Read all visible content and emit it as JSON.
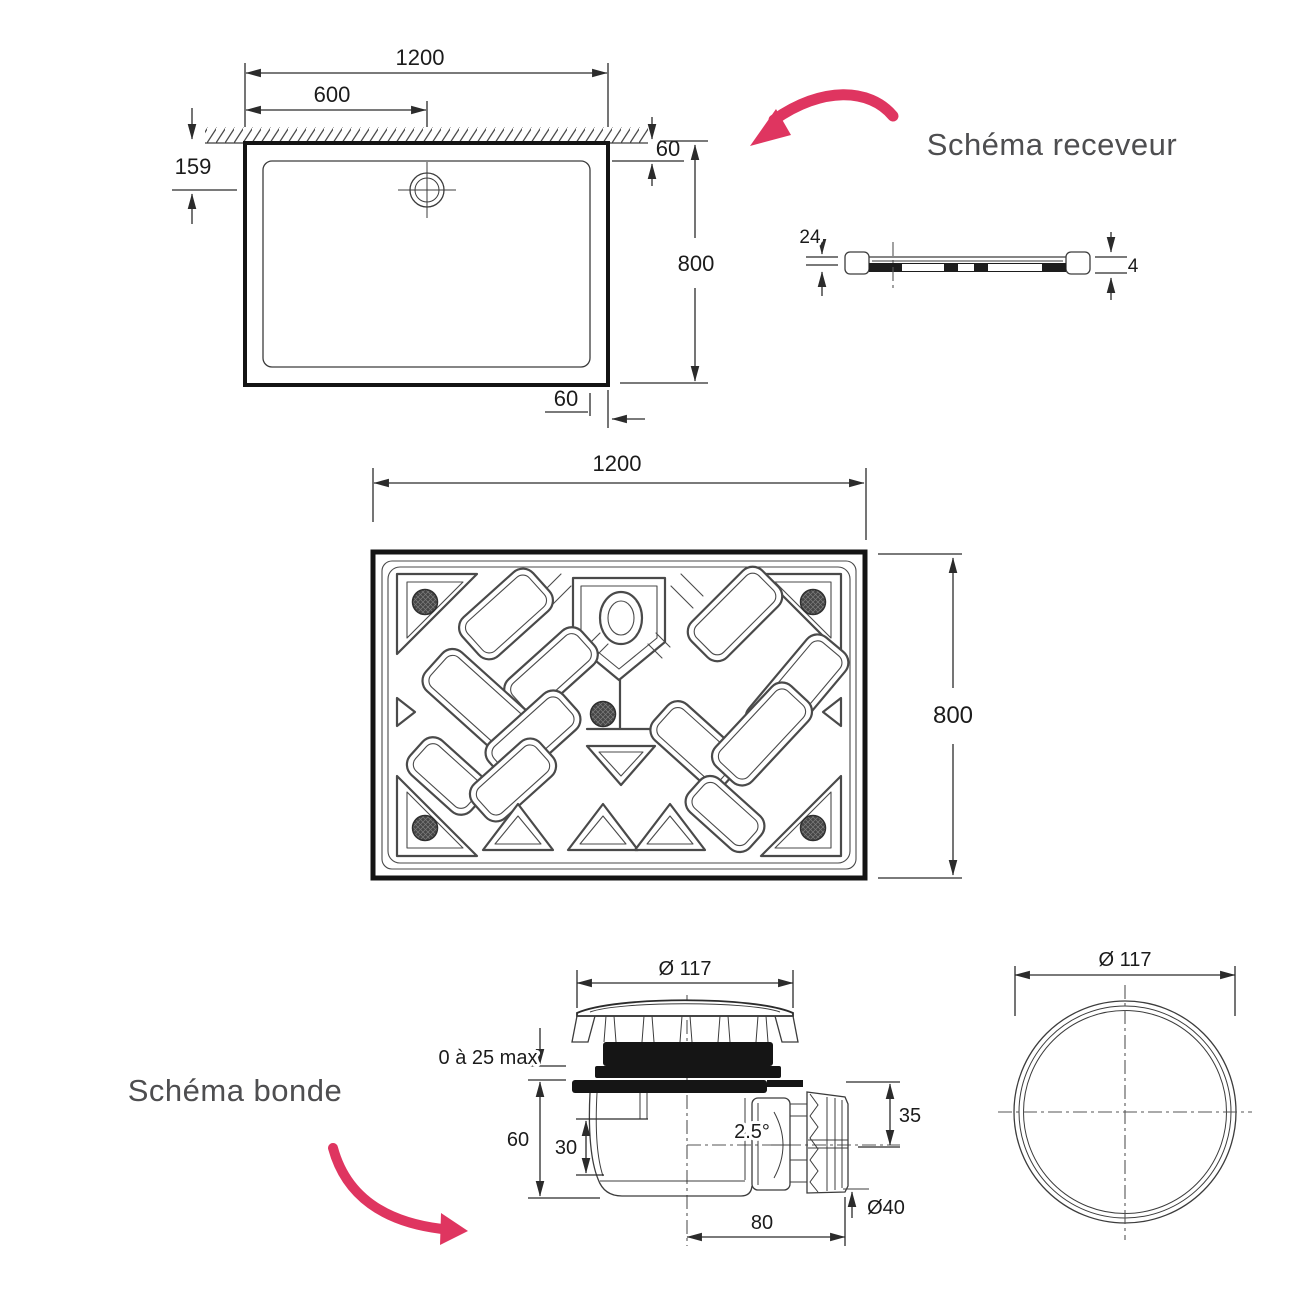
{
  "colors": {
    "accent": "#df3560",
    "line": "#2b2b2b",
    "title_gray": "#4e4e50"
  },
  "sections": {
    "receveur": {
      "title": "Schéma receveur"
    },
    "bonde": {
      "title": "Schéma bonde"
    }
  },
  "tray_top_view": {
    "overall_width": "1200",
    "drain_offset": "600",
    "drain_depth": "159",
    "rim_top": "60",
    "overall_height": "800",
    "rim_bottom": "60"
  },
  "tray_profile_view": {
    "total_height": "24",
    "edge_thickness": "4"
  },
  "tray_bottom_view": {
    "overall_width": "1200",
    "overall_height": "800"
  },
  "drain_section_view": {
    "cap_diameter": "Ø 117",
    "adjust_range": "0 à 25 max",
    "body_height": "60",
    "water_seal": "30",
    "outlet_slope": "2.5°",
    "outlet_height": "35",
    "outlet_diameter": "Ø40",
    "outlet_offset": "80"
  },
  "drain_top_view": {
    "diameter": "Ø 117"
  }
}
